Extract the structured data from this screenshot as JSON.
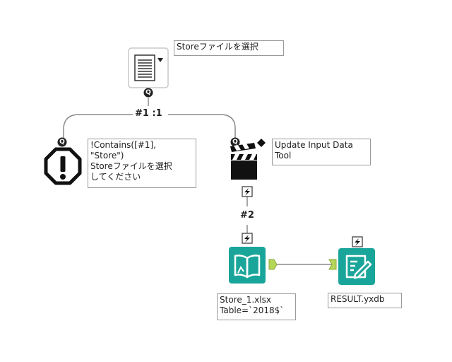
{
  "tools": {
    "file_browse": {
      "annotation": "Storeファイルを選択"
    },
    "error_message": {
      "annotation": "!Contains([#1],\n\"Store\")\nStoreファイルを選択\nしてください"
    },
    "update_input": {
      "annotation": "Update Input Data\nTool"
    },
    "input_data": {
      "annotation": "Store_1.xlsx\nTable=`2018$`"
    },
    "output_data": {
      "annotation": "RESULT.yxdb"
    }
  },
  "connections": {
    "branch_label": "#1 :1",
    "action_label": "#2"
  },
  "anchors": {
    "question": "Q",
    "lightning": "⚡",
    "exclamation": "!"
  },
  "colors": {
    "teal": "#1aa59a",
    "teal_dark": "#0f7e76",
    "anchor_green": "#b6d65a",
    "line": "#8a8a8a"
  }
}
